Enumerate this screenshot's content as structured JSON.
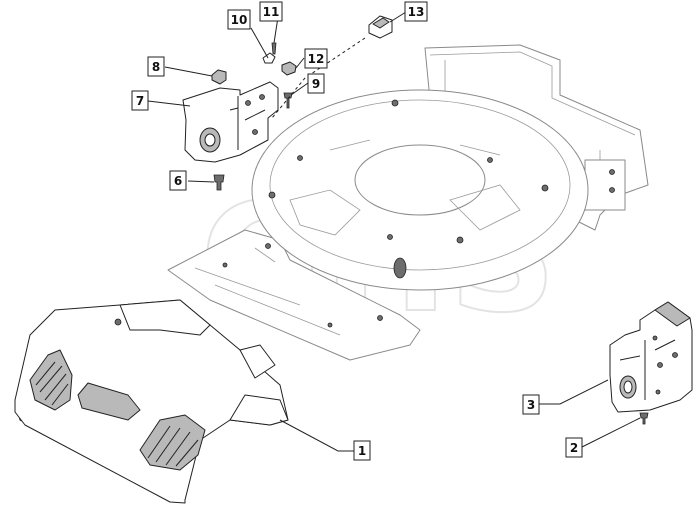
{
  "watermark": "GHS",
  "callouts": [
    {
      "id": "c1",
      "label": "1"
    },
    {
      "id": "c2",
      "label": "2"
    },
    {
      "id": "c3",
      "label": "3"
    },
    {
      "id": "c6",
      "label": "6"
    },
    {
      "id": "c7",
      "label": "7"
    },
    {
      "id": "c8",
      "label": "8"
    },
    {
      "id": "c9",
      "label": "9"
    },
    {
      "id": "c10",
      "label": "10"
    },
    {
      "id": "c11",
      "label": "11"
    },
    {
      "id": "c12",
      "label": "12"
    },
    {
      "id": "c13",
      "label": "13"
    }
  ]
}
